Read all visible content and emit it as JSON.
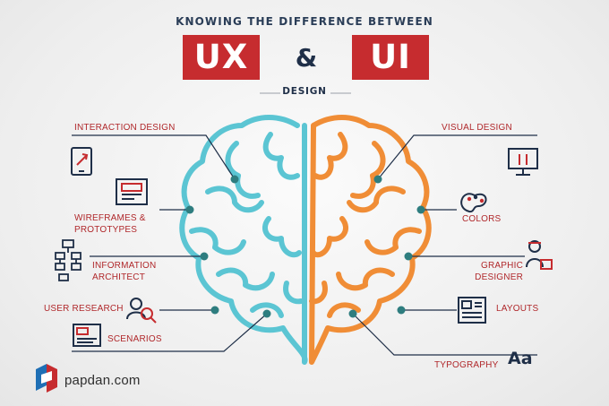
{
  "header": {
    "subtitle": "KNOWING THE DIFFERENCE BETWEEN",
    "ux": "UX",
    "amp": "&",
    "ui": "UI",
    "design": "DESIGN"
  },
  "left_labels": {
    "interaction_design": "INTERACTION DESIGN",
    "wireframes_1": "WIREFRAMES &",
    "wireframes_2": "PROTOTYPES",
    "information_1": "INFORMATION",
    "information_2": "ARCHITECT",
    "user_research": "USER RESEARCH",
    "scenarios": "SCENARIOS"
  },
  "right_labels": {
    "visual_design": "VISUAL DESIGN",
    "colors": "COLORS",
    "graphic_1": "GRAPHIC",
    "graphic_2": "DESIGNER",
    "layouts": "LAYOUTS",
    "typography": "TYPOGRAPHY",
    "typography_glyph": "Aa"
  },
  "brand": {
    "name": "papdan.com"
  },
  "colors": {
    "ux_brain": "#5bc5d3",
    "ui_brain": "#f08d36",
    "accent_red": "#c62c2f",
    "navy": "#1f2f48"
  }
}
